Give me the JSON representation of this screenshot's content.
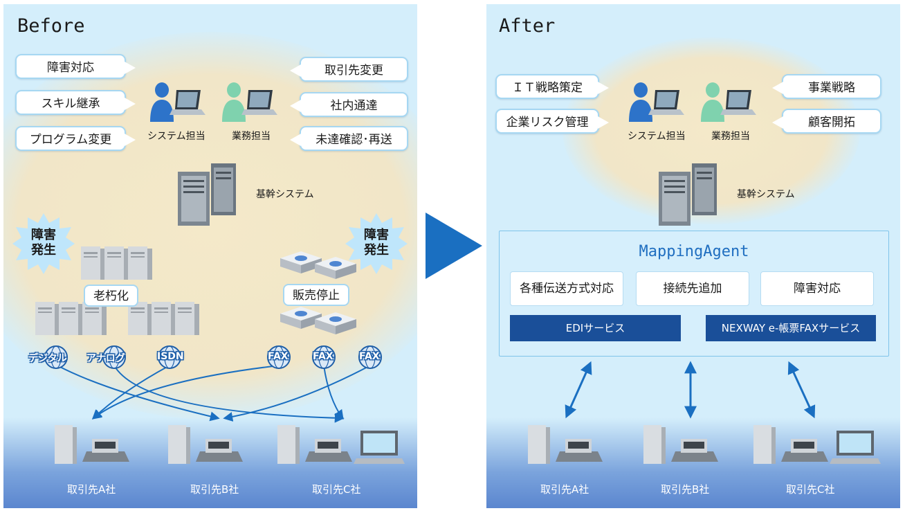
{
  "before": {
    "title": "Before",
    "left_issues": [
      "障害対応",
      "スキル継承",
      "プログラム変更"
    ],
    "right_issues": [
      "取引先変更",
      "社内通達",
      "未達確認･再送"
    ],
    "system_staff": "システム担当",
    "business_staff": "業務担当",
    "core_system": "基幹システム",
    "burst_left": "障害\n発生",
    "burst_right": "障害\n発生",
    "aging": "老朽化",
    "discontinued": "販売停止",
    "networks": [
      "デジタル",
      "アナログ",
      "ISDN",
      "FAX",
      "FAX",
      "FAX"
    ],
    "clients": [
      "取引先A社",
      "取引先B社",
      "取引先C社"
    ]
  },
  "after": {
    "title": "After",
    "left_focus": [
      "ＩＴ戦略策定",
      "企業リスク管理"
    ],
    "right_focus": [
      "事業戦略",
      "顧客開拓"
    ],
    "system_staff": "システム担当",
    "business_staff": "業務担当",
    "core_system": "基幹システム",
    "mapping_title": "MappingAgent",
    "features": [
      "各種伝送方式対応",
      "接続先追加",
      "障害対応"
    ],
    "services": [
      "EDIサービス",
      "NEXWAY e-帳票FAXサービス"
    ],
    "clients": [
      "取引先A社",
      "取引先B社",
      "取引先C社"
    ]
  },
  "colors": {
    "accent": "#1a6fc1",
    "service_bar": "#1a4f99",
    "bubble_border": "#a6d7f2"
  },
  "icons": [
    "person-blue-icon",
    "person-green-icon",
    "laptop-icon",
    "server-tower-icon",
    "router-icon",
    "globe-icon",
    "fax-machine-icon",
    "monitor-icon",
    "burst-icon",
    "arrow-right-icon"
  ]
}
